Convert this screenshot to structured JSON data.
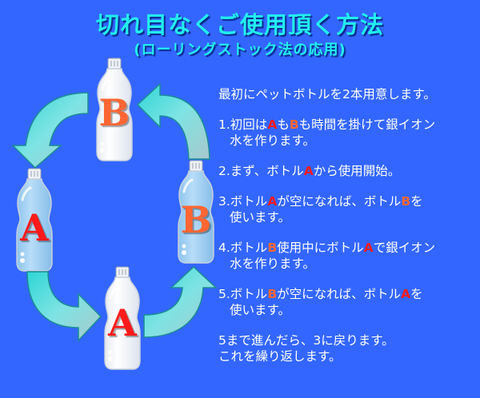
{
  "header": {
    "title": "切れ目なくご使用頂く方法",
    "subtitle": "(ローリングストック法の応用)"
  },
  "colors": {
    "background": "#3366FF",
    "title": "#22EEEE",
    "bottle_a_letter": "#FF1A1A",
    "bottle_b_letter": "#FF6633",
    "arrow": "#33CCCC"
  },
  "diagram": {
    "bottles": [
      {
        "position": "top",
        "label": "B",
        "state": "empty"
      },
      {
        "position": "left",
        "label": "A",
        "state": "full"
      },
      {
        "position": "right",
        "label": "B",
        "state": "full"
      },
      {
        "position": "bottom",
        "label": "A",
        "state": "empty"
      }
    ],
    "arrows": [
      {
        "from": "top",
        "to": "left",
        "icon": "curved-arrow-down-left-icon"
      },
      {
        "from": "left",
        "to": "bottom",
        "icon": "curved-arrow-down-right-icon"
      },
      {
        "from": "bottom",
        "to": "right",
        "icon": "curved-arrow-up-right-icon"
      },
      {
        "from": "right",
        "to": "top",
        "icon": "curved-arrow-up-left-icon"
      }
    ]
  },
  "instructions": {
    "intro": "最初にペットボトルを2本用意します。",
    "steps": [
      {
        "num": "1.",
        "parts": [
          "初回は",
          "A",
          "も",
          "B",
          "も時間を掛けて銀イオン"
        ],
        "line2": "水を作ります。"
      },
      {
        "num": "2.",
        "parts": [
          "まず、ボトル",
          "A",
          "から使用開始。"
        ]
      },
      {
        "num": "3.",
        "parts": [
          "ボトル",
          "A",
          "が空になれば、ボトル",
          "B",
          "を"
        ],
        "line2": "使います。"
      },
      {
        "num": "4.",
        "parts": [
          "ボトル",
          "B",
          "使用中にボトル",
          "A",
          "で銀イオン"
        ],
        "line2": "水を作ります。"
      },
      {
        "num": "5.",
        "parts": [
          "ボトル",
          "B",
          "が空になれば、ボトル",
          "A",
          "を"
        ],
        "line2": "使います。"
      }
    ],
    "outro_line1": "5まで進んだら、3に戻ります。",
    "outro_line2": "これを繰り返します。"
  }
}
